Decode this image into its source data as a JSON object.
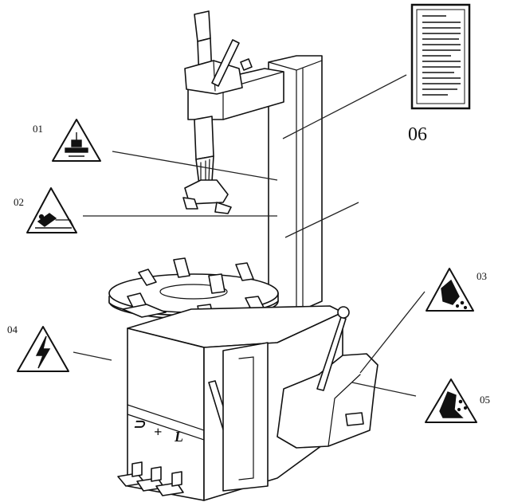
{
  "labels": {
    "w01": "01",
    "w02": "02",
    "w03": "03",
    "w04": "04",
    "w05": "05",
    "w06": "06"
  },
  "pedal_marks": {
    "left": "⊃",
    "plus": "+",
    "right": "L"
  },
  "colors": {
    "ink": "#111111",
    "paper": "#ffffff"
  },
  "icons": [
    "crush-hazard-icon",
    "entanglement-hazard-icon",
    "hand-pinch-hazard-icon",
    "electric-shock-icon",
    "hand-crush-hazard-icon",
    "manual-document-icon"
  ]
}
